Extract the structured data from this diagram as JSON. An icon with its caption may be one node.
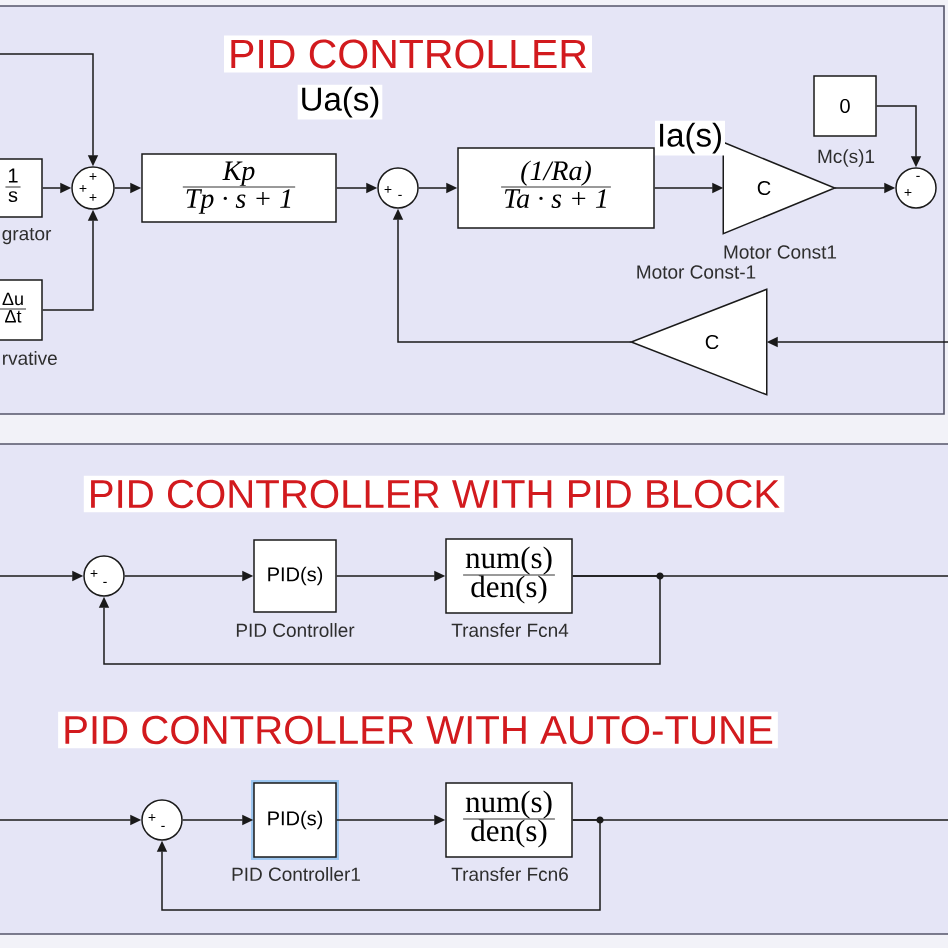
{
  "diagram": {
    "nodes": [
      {
        "text": [
          "1",
          "s"
        ],
        "beside": [
          "grator"
        ]
      },
      {
        "text": [
          "Δu",
          "Δt"
        ],
        "beside": [
          "rvative"
        ]
      },
      {
        "text": [
          "+",
          "+",
          "+"
        ]
      },
      {
        "text": [
          "Kp",
          "Tp · s + 1"
        ]
      },
      {
        "text": [
          "+",
          "-"
        ]
      },
      {
        "text": [
          "(1/Ra)",
          "Ta · s + 1"
        ]
      },
      {
        "text": [
          "C"
        ],
        "beside": [
          "Motor Const1"
        ]
      },
      {
        "text": [
          "0"
        ]
      },
      {
        "text": [
          "+",
          "-"
        ]
      },
      {
        "text": [
          "C"
        ],
        "beside": [
          "Motor Const-1"
        ]
      },
      {
        "text": [
          "+",
          "-"
        ]
      },
      {
        "text": [
          "PID(s)"
        ],
        "beside": [
          "PID Controller"
        ]
      },
      {
        "text": [
          "num(s)",
          "den(s)"
        ],
        "beside": [
          "Transfer Fcn4"
        ]
      },
      {
        "text": [
          "+",
          "-"
        ]
      },
      {
        "text": [
          "PID(s)"
        ],
        "beside": [
          "PID Controller1"
        ]
      },
      {
        "text": [
          "num(s)",
          "den(s)"
        ],
        "beside": [
          "Transfer Fcn6"
        ]
      }
    ],
    "edges": [
      {
        "from": null,
        "to": 2,
        "arrow": "to"
      },
      {
        "from": 0,
        "to": 2,
        "arrow": "to"
      },
      {
        "from": 1,
        "to": 2,
        "arrow": "to"
      },
      {
        "from": 2,
        "to": 3,
        "arrow": "to"
      },
      {
        "from": 3,
        "to": 4,
        "arrow": "to",
        "label": "Ua(s)"
      },
      {
        "from": 4,
        "to": 5,
        "arrow": "to"
      },
      {
        "from": 5,
        "to": 6,
        "arrow": "to",
        "label": "Ia(s)"
      },
      {
        "from": 6,
        "to": 8,
        "arrow": "to"
      },
      {
        "from": 7,
        "to": 8,
        "arrow": "to"
      },
      {
        "from": null,
        "to": 9,
        "arrow": "to"
      },
      {
        "from": 9,
        "to": 4,
        "arrow": "to"
      },
      {
        "from": null,
        "to": 10,
        "arrow": "to"
      },
      {
        "from": 10,
        "to": 11,
        "arrow": "to"
      },
      {
        "from": 11,
        "to": 12,
        "arrow": "to"
      },
      {
        "from": 12,
        "to": null,
        "arrow": "none"
      },
      {
        "from": 12,
        "to": 10,
        "arrow": "to"
      },
      {
        "from": null,
        "to": 13,
        "arrow": "to"
      },
      {
        "from": 13,
        "to": 14,
        "arrow": "to"
      },
      {
        "from": 14,
        "to": 15,
        "arrow": "to"
      },
      {
        "from": 15,
        "to": null,
        "arrow": "none"
      },
      {
        "from": 15,
        "to": 13,
        "arrow": "to"
      }
    ],
    "labels": [
      "PID CONTROLLER",
      "Mc(s)1",
      "PID CONTROLLER WITH PID BLOCK",
      "PID CONTROLLER WITH AUTO-TUNE"
    ]
  }
}
